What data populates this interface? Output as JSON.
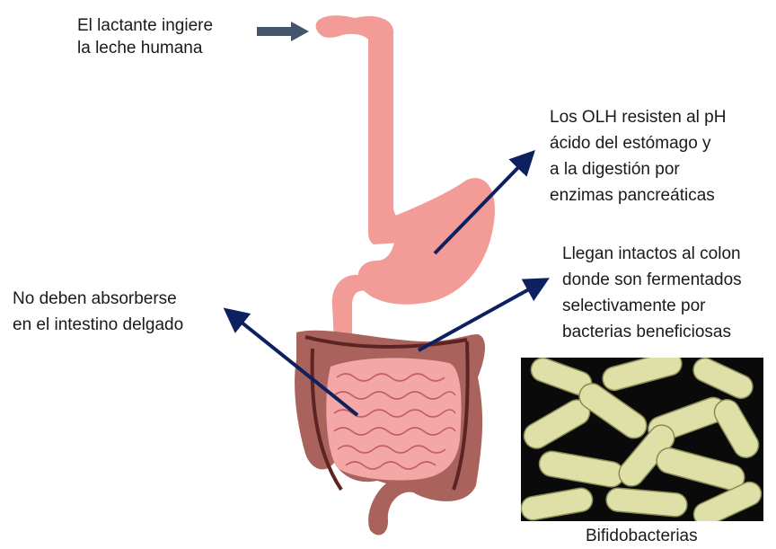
{
  "labels": {
    "ingest": [
      "El lactante ingiere",
      "la leche humana"
    ],
    "stomach": [
      "Los OLH resisten al pH",
      "ácido del estómago y",
      "a la digestión por",
      "enzimas pancreáticas"
    ],
    "colon": [
      "Llegan intactos al colon",
      "donde son fermentados",
      "selectivamente por",
      "bacterias beneficiosas"
    ],
    "small_intestine": [
      "No deben absorberse",
      "en el intestino delgado"
    ]
  },
  "photo_caption": "Bifidobacterias",
  "colors": {
    "esophagus": "#f39b97",
    "stomach": "#f39b97",
    "small_intestine": "#f3a7a7",
    "colon": "#a9625c",
    "colon_dark": "#5e2424",
    "arrow_navy": "#0d2060",
    "arrow_gray": "#44546a",
    "bacteria": "#dfe0a8"
  }
}
